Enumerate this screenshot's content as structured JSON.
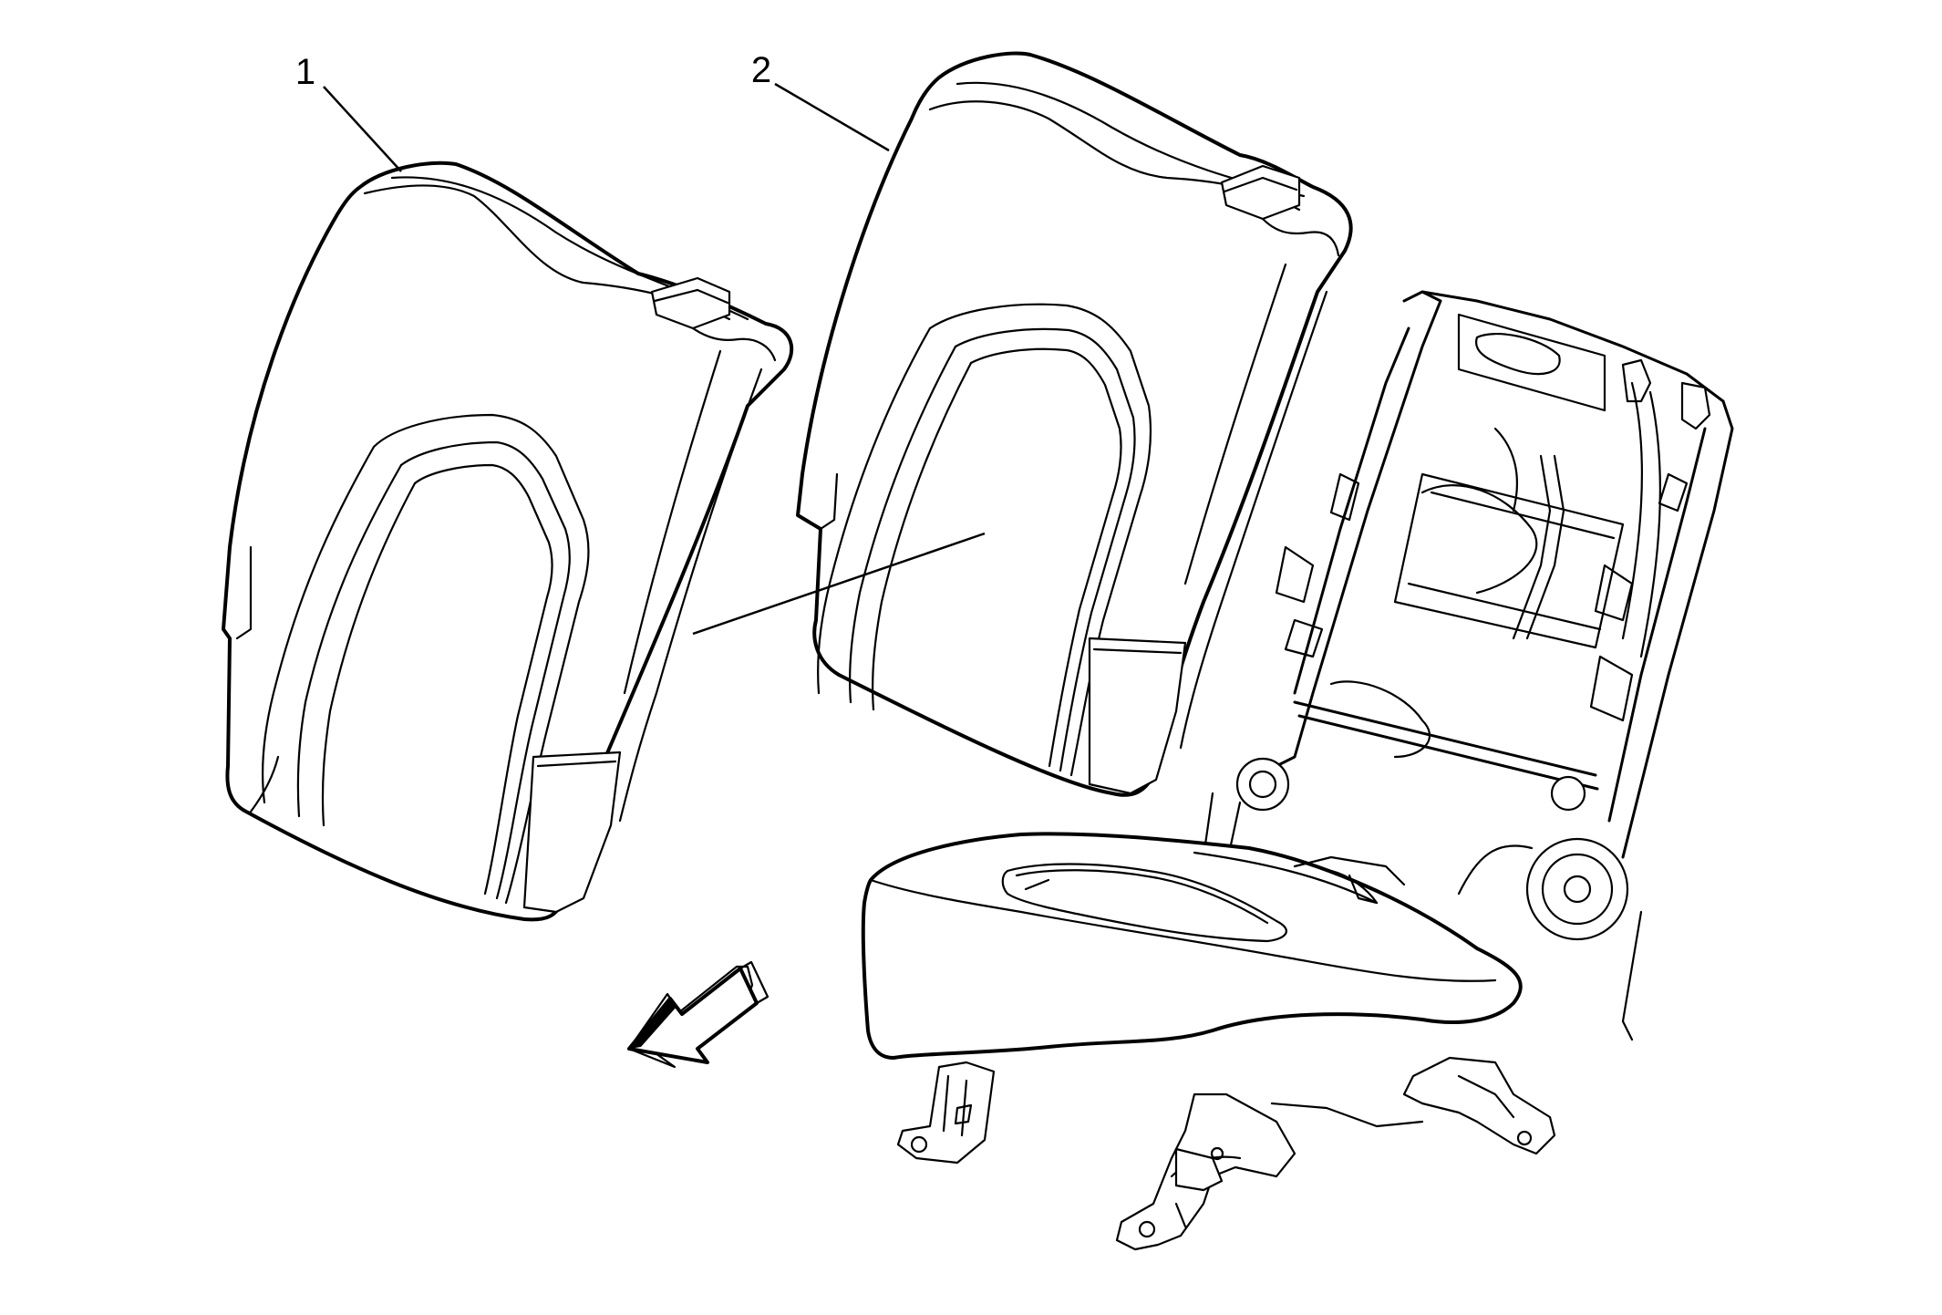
{
  "callouts": [
    {
      "id": "1",
      "label": "1"
    },
    {
      "id": "2",
      "label": "2"
    }
  ],
  "colors": {
    "line": "#000000",
    "background": "#ffffff"
  },
  "icons": {
    "direction_arrow": "forward-arrow-icon"
  }
}
